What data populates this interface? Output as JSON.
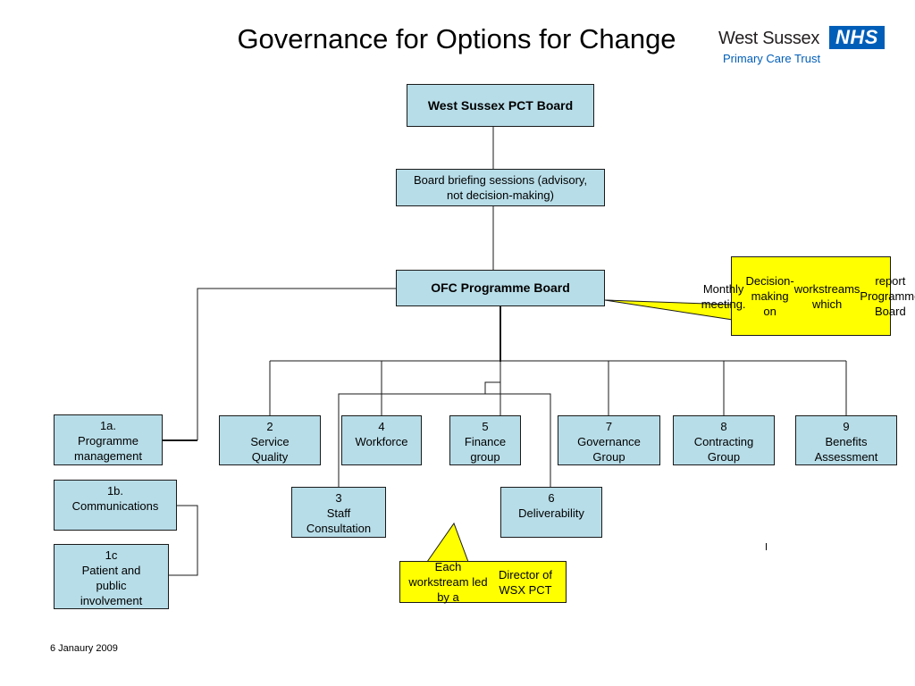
{
  "title": "Governance for Options for Change",
  "logo": {
    "name": "West Sussex",
    "badge": "NHS",
    "subtitle": "Primary Care Trust",
    "badge_color": "#005eb8"
  },
  "colors": {
    "box_fill": "#b7dde8",
    "note_fill": "#ffff00"
  },
  "nodes": {
    "pct_board": [
      "West Sussex PCT Board"
    ],
    "briefing": [
      "Board briefing sessions (advisory,",
      "not decision-making)"
    ],
    "ofc_board": [
      "OFC Programme Board"
    ],
    "n1a": [
      "1a.",
      "Programme",
      "management"
    ],
    "n1b": [
      "1b.",
      "Communications"
    ],
    "n1c": [
      "1c",
      "Patient and",
      "public",
      "involvement"
    ],
    "n2": [
      "2",
      "Service",
      "Quality"
    ],
    "n3": [
      "3",
      "Staff",
      "Consultation"
    ],
    "n4": [
      "4",
      "Workforce"
    ],
    "n5": [
      "5",
      "Finance",
      "group"
    ],
    "n6": [
      "6",
      "Deliverability"
    ],
    "n7": [
      "7",
      "Governance",
      "Group"
    ],
    "n8": [
      "8",
      "Contracting",
      "Group"
    ],
    "n9": [
      "9",
      "Benefits",
      "Assessment"
    ]
  },
  "notes": {
    "monthly": [
      "Monthly meeting.",
      "Decision-making on",
      "workstreams which",
      "report Programme Board"
    ],
    "workstream": [
      "Each workstream led by a",
      "Director of WSX PCT"
    ]
  },
  "footer": "6 Janaury 2009"
}
